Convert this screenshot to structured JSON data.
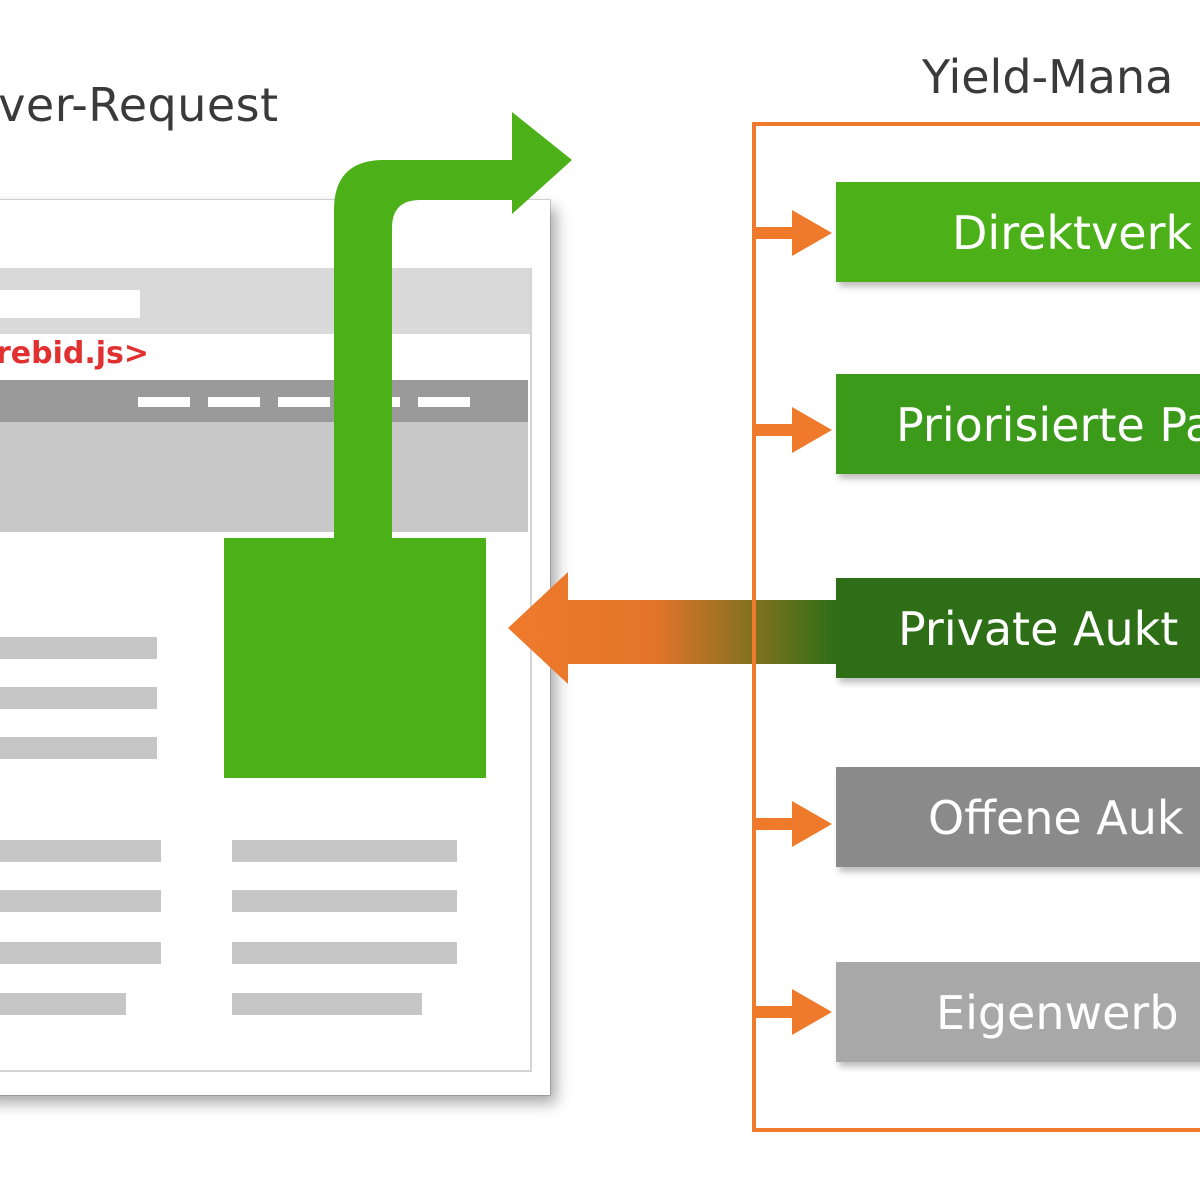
{
  "left_heading": "erver-Request",
  "right_heading": "Yield-Mana",
  "script_tag": "rebid.js>",
  "tiers": [
    {
      "label": "Direktverk",
      "color": "#4cb019"
    },
    {
      "label": "Priorisierte  Pa",
      "color": "#3c9a1a"
    },
    {
      "label": "Private Aukt",
      "color": "#2d6e16"
    },
    {
      "label": "Offene  Auk",
      "color": "#8a8a8a"
    },
    {
      "label": "Eigenwerb",
      "color": "#a8a8a8"
    }
  ],
  "colors": {
    "green": "#4cb019",
    "orange": "#f07a2c",
    "script_red": "#e03030"
  }
}
